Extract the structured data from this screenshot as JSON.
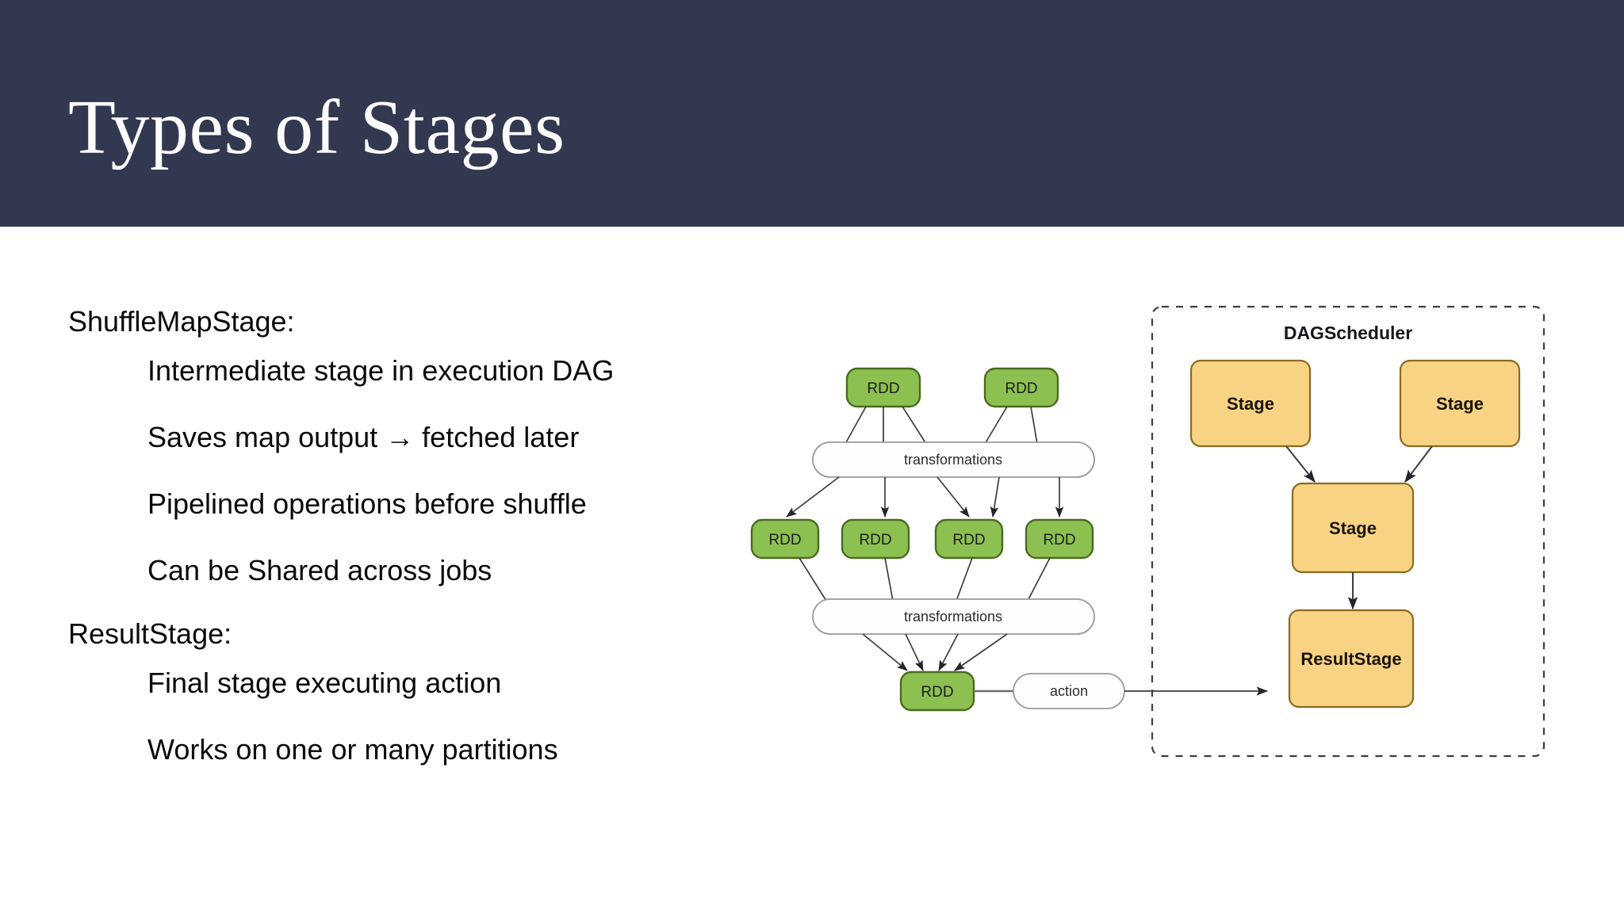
{
  "slide": {
    "title": "Types of Stages",
    "header_color": "#333851",
    "title_color": "#fdfdfd",
    "background_color": "#ffffff"
  },
  "body": {
    "sections": [
      {
        "heading": "ShuffleMapStage:",
        "points": [
          "Intermediate stage in execution DAG",
          "Saves map output → fetched later",
          "Pipelined operations before shuffle",
          "Can be Shared across jobs"
        ]
      },
      {
        "heading": "ResultStage:",
        "points": [
          "Final stage executing action",
          "Works on one or many partitions"
        ]
      }
    ]
  },
  "diagram": {
    "colors": {
      "rdd_fill": "#8cc152",
      "rdd_stroke": "#4a6b1f",
      "pill_fill": "#fefefe",
      "pill_stroke": "#9a9a9a",
      "stage_fill": "#f8d384",
      "stage_stroke": "#8a6a22",
      "edge": "#3c3c44",
      "dashed_box_stroke": "#3c3c4c"
    },
    "dag_scheduler": {
      "label": "DAGScheduler",
      "stages": [
        {
          "id": "stage-top-left",
          "label": "Stage"
        },
        {
          "id": "stage-top-right",
          "label": "Stage"
        },
        {
          "id": "stage-middle",
          "label": "Stage"
        },
        {
          "id": "result-stage",
          "label": "ResultStage"
        }
      ]
    },
    "rdd_graph": {
      "row1": [
        {
          "id": "rdd-r1-c1",
          "label": "RDD"
        },
        {
          "id": "rdd-r1-c2",
          "label": "RDD"
        }
      ],
      "transformations_1": "transformations",
      "row2": [
        {
          "id": "rdd-r2-c1",
          "label": "RDD"
        },
        {
          "id": "rdd-r2-c2",
          "label": "RDD"
        },
        {
          "id": "rdd-r2-c3",
          "label": "RDD"
        },
        {
          "id": "rdd-r2-c4",
          "label": "RDD"
        }
      ],
      "transformations_2": "transformations",
      "row3": [
        {
          "id": "rdd-r3-c1",
          "label": "RDD"
        }
      ],
      "action": "action"
    }
  }
}
